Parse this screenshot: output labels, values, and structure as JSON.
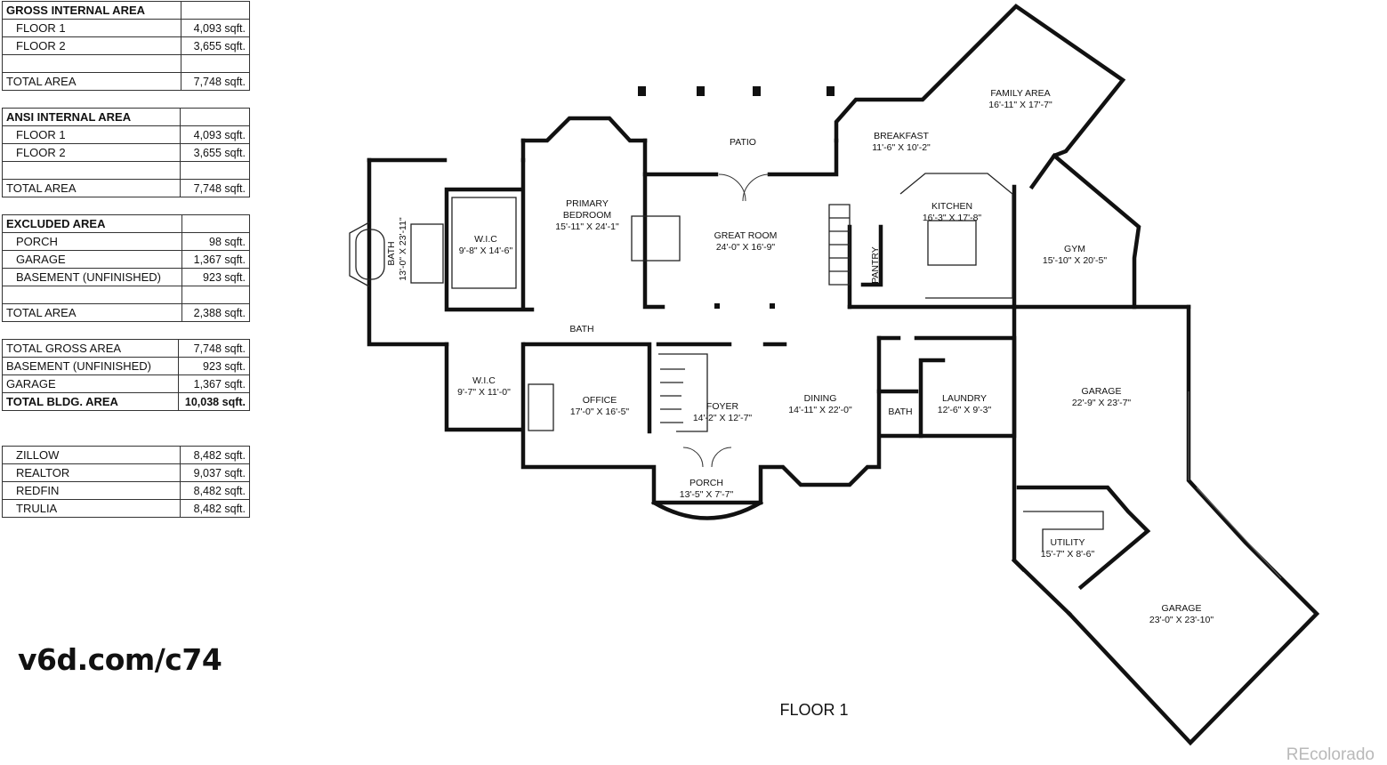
{
  "tables": [
    {
      "heading": "GROSS INTERNAL AREA",
      "rows": [
        {
          "label": "FLOOR 1",
          "value": "4,093 sqft."
        },
        {
          "label": "FLOOR 2",
          "value": "3,655 sqft."
        },
        {
          "label": "",
          "value": ""
        },
        {
          "label": "TOTAL AREA",
          "value": "7,748 sqft."
        }
      ]
    },
    {
      "heading": "ANSI INTERNAL AREA",
      "rows": [
        {
          "label": "FLOOR 1",
          "value": "4,093 sqft."
        },
        {
          "label": "FLOOR 2",
          "value": "3,655 sqft."
        },
        {
          "label": "",
          "value": ""
        },
        {
          "label": "TOTAL AREA",
          "value": "7,748 sqft."
        }
      ]
    },
    {
      "heading": "EXCLUDED AREA",
      "rows": [
        {
          "label": "PORCH",
          "value": "98 sqft."
        },
        {
          "label": "GARAGE",
          "value": "1,367 sqft."
        },
        {
          "label": "BASEMENT (UNFINISHED)",
          "value": "923 sqft."
        },
        {
          "label": "",
          "value": ""
        },
        {
          "label": "TOTAL AREA",
          "value": "2,388 sqft."
        }
      ]
    },
    {
      "heading": "",
      "rows": [
        {
          "label": "TOTAL GROSS AREA",
          "value": "7,748 sqft."
        },
        {
          "label": "BASEMENT (UNFINISHED)",
          "value": "923 sqft."
        },
        {
          "label": "GARAGE",
          "value": "1,367 sqft."
        },
        {
          "label": "TOTAL BLDG. AREA",
          "value": "10,038 sqft."
        }
      ]
    },
    {
      "heading": "",
      "rows": [
        {
          "label": "ZILLOW",
          "value": "8,482 sqft."
        },
        {
          "label": "REALTOR",
          "value": "9,037 sqft."
        },
        {
          "label": "REDFIN",
          "value": "8,482 sqft."
        },
        {
          "label": "TRULIA",
          "value": "8,482 sqft."
        }
      ]
    }
  ],
  "rooms": [
    {
      "id": "patio",
      "name": "PATIO",
      "dims": ""
    },
    {
      "id": "primary-bedroom",
      "name": "PRIMARY",
      "name2": "BEDROOM",
      "dims": "15'-11\" X 24'-1\""
    },
    {
      "id": "great-room",
      "name": "GREAT ROOM",
      "dims": "24'-0\" X 16'-9\""
    },
    {
      "id": "breakfast",
      "name": "BREAKFAST",
      "dims": "11'-6\" X 10'-2\""
    },
    {
      "id": "family-area",
      "name": "FAMILY AREA",
      "dims": "16'-11\" X 17'-7\""
    },
    {
      "id": "kitchen",
      "name": "KITCHEN",
      "dims": "16'-3\" X 17'-8\""
    },
    {
      "id": "gym",
      "name": "GYM",
      "dims": "15'-10\" X 20'-5\""
    },
    {
      "id": "pantry",
      "name": "PANTRY",
      "dims": ""
    },
    {
      "id": "wic-1",
      "name": "W.I.C",
      "dims": "9'-8\" X 14'-6\""
    },
    {
      "id": "bath-primary",
      "name": "BATH",
      "dims": "13'-0\" X 23'-11\""
    },
    {
      "id": "bath-half",
      "name": "BATH",
      "dims": ""
    },
    {
      "id": "wic-2",
      "name": "W.I.C",
      "dims": "9'-7\" X 11'-0\""
    },
    {
      "id": "office",
      "name": "OFFICE",
      "dims": "17'-0\" X 16'-5\""
    },
    {
      "id": "foyer",
      "name": "FOYER",
      "dims": "14'-2\" X 12'-7\""
    },
    {
      "id": "dining",
      "name": "DINING",
      "dims": "14'-11\" X 22'-0\""
    },
    {
      "id": "porch",
      "name": "PORCH",
      "dims": "13'-5\" X 7'-7\""
    },
    {
      "id": "bath-laundry",
      "name": "BATH",
      "dims": ""
    },
    {
      "id": "laundry",
      "name": "LAUNDRY",
      "dims": "12'-6\" X 9'-3\""
    },
    {
      "id": "garage-1",
      "name": "GARAGE",
      "dims": "22'-9\" X 23'-7\""
    },
    {
      "id": "utility",
      "name": "UTILITY",
      "dims": "15'-7\" X 8'-6\""
    },
    {
      "id": "garage-2",
      "name": "GARAGE",
      "dims": "23'-0\" X 23'-10\""
    }
  ],
  "site_link": "v6d.com/c74",
  "floor_caption": "FLOOR 1",
  "watermark": "REcolorado"
}
